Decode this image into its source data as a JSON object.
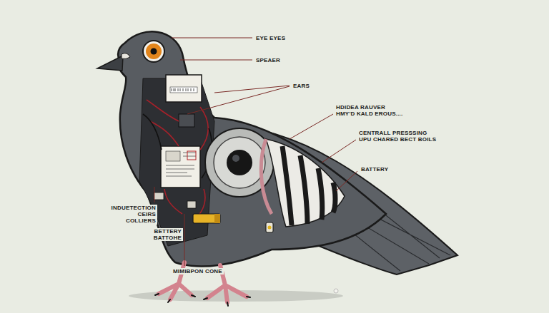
{
  "diagram": {
    "labels": [
      "EYE EYES",
      "SPEAER",
      "EARS",
      "HDIDEA RAUVER HMY'D KALD EROUS....",
      "CENTRALL PRESSSING UPU CHARED BECT BOILS",
      "BATTERY",
      "INDUETECTION CEIRS COLLIERS",
      "BETTERY BATTOHE",
      "MIMIBPON CONE"
    ]
  }
}
